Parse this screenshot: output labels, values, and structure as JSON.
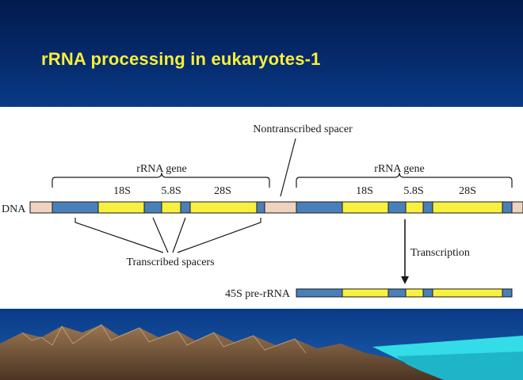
{
  "slide": {
    "title": "rRNA processing in eukaryotes-1"
  },
  "diagram": {
    "dna_label": "DNA",
    "gene_label_left": "rRNA gene",
    "gene_label_right": "rRNA gene",
    "nontranscribed_spacer_label": "Nontranscribed spacer",
    "transcribed_spacers_label": "Transcribed spacers",
    "transcription_label": "Transcription",
    "pre_rrna_label": "45S pre-rRNA",
    "subunits": [
      "18S",
      "5.8S",
      "28S"
    ],
    "colors": {
      "rrna_coding": "#f7f040",
      "transcribed_spacer": "#4a80b9",
      "nontranscribed_spacer": "#efd2c0",
      "outline": "#1a1a1a"
    }
  },
  "background": {
    "header_color": "#062a6c",
    "sky_color": "#0b3b8a",
    "sea_color": "#33dce6",
    "mountain_color": "#7a5a3e"
  }
}
